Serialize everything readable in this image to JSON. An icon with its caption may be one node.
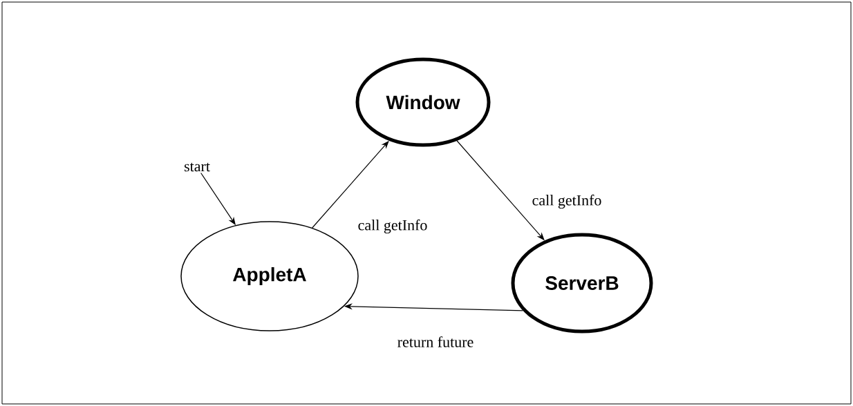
{
  "diagram": {
    "nodes": [
      {
        "text": [
          "Window"
        ]
      },
      {
        "text": [
          "AppletA"
        ]
      },
      {
        "text": [
          "ServerB"
        ]
      },
      {
        "text": [
          "start"
        ]
      }
    ],
    "edges": [
      {
        "from": 3,
        "to": 1,
        "arrow": "to"
      },
      {
        "from": 1,
        "to": 0,
        "arrow": "to",
        "label": "call getInfo"
      },
      {
        "from": 0,
        "to": 2,
        "arrow": "to",
        "label": "call getInfo"
      },
      {
        "from": 2,
        "to": 1,
        "arrow": "to",
        "label": "return future"
      }
    ]
  }
}
